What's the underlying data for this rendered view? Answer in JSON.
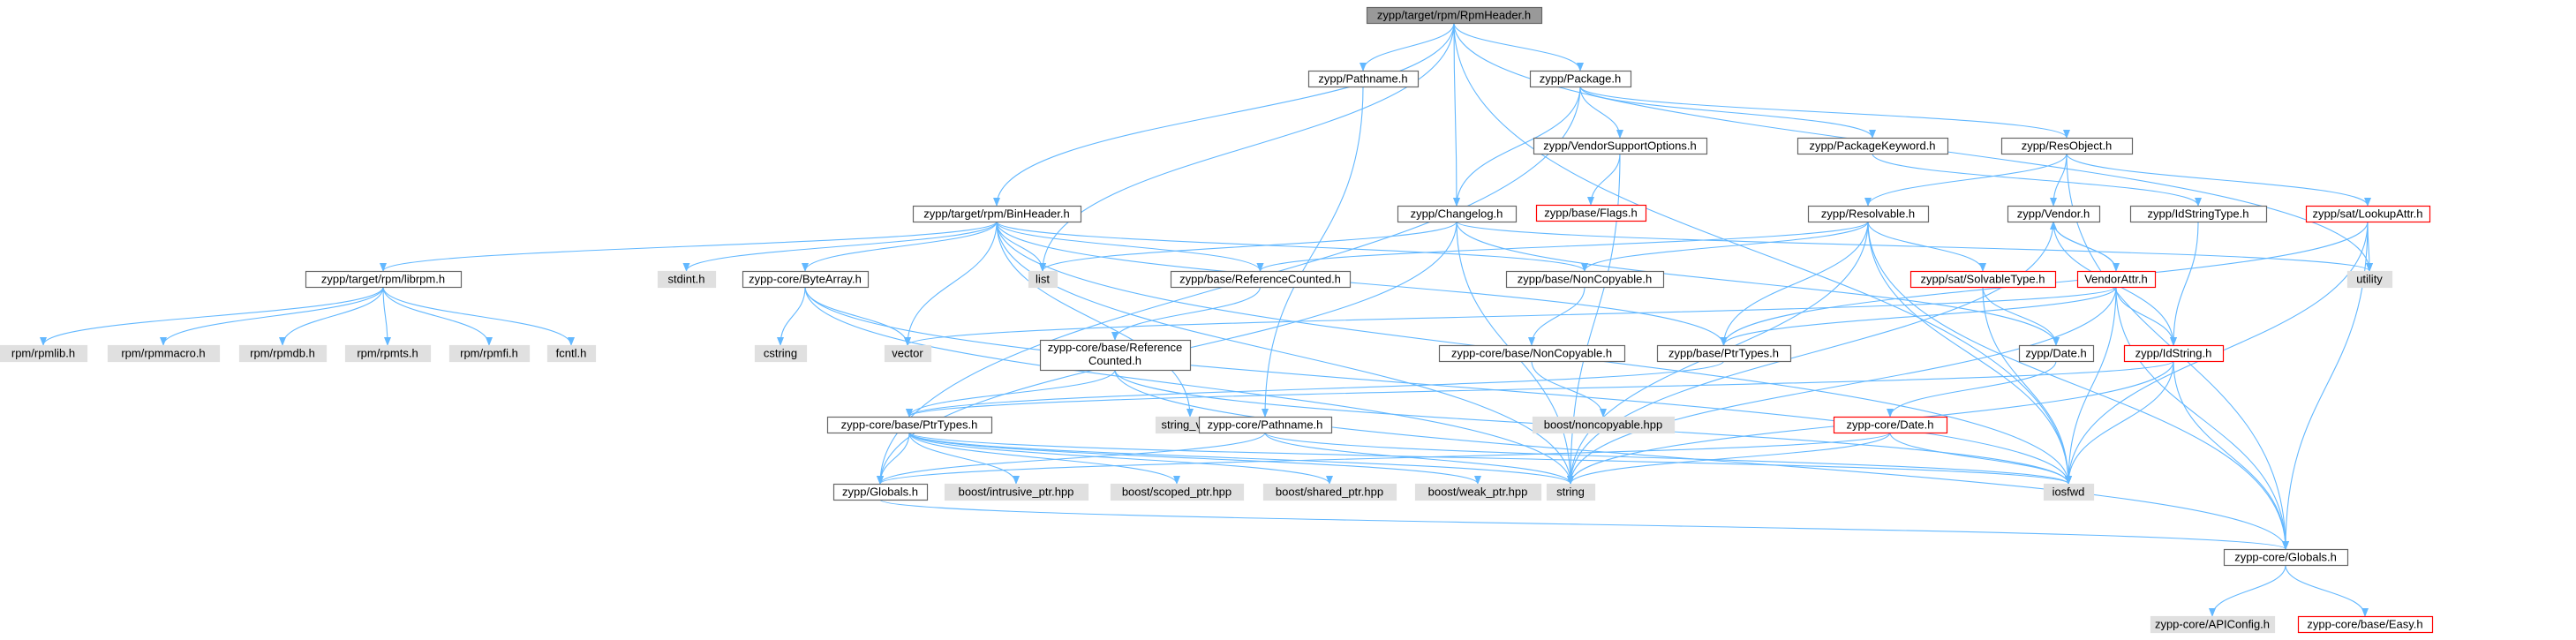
{
  "graph": {
    "style": {
      "edge_color": "#63b8ff",
      "root_fill": "#999999",
      "normal_border": "#666666",
      "missing_border": "#ff0000",
      "external_fill": "#e0e0e0"
    },
    "nodes": [
      {
        "id": "root",
        "label": "zypp/target/rpm/RpmHeader.h",
        "kind": "root"
      },
      {
        "id": "pathname",
        "label": "zypp/Pathname.h",
        "kind": "normal"
      },
      {
        "id": "package",
        "label": "zypp/Package.h",
        "kind": "normal"
      },
      {
        "id": "vso",
        "label": "zypp/VendorSupportOptions.h",
        "kind": "normal"
      },
      {
        "id": "pkgkw",
        "label": "zypp/PackageKeyword.h",
        "kind": "normal"
      },
      {
        "id": "resobject",
        "label": "zypp/ResObject.h",
        "kind": "normal"
      },
      {
        "id": "flags",
        "label": "zypp/base/Flags.h",
        "kind": "missing"
      },
      {
        "id": "binheader",
        "label": "zypp/target/rpm/BinHeader.h",
        "kind": "normal"
      },
      {
        "id": "changelog",
        "label": "zypp/Changelog.h",
        "kind": "normal"
      },
      {
        "id": "resolvable",
        "label": "zypp/Resolvable.h",
        "kind": "normal"
      },
      {
        "id": "vendor",
        "label": "zypp/Vendor.h",
        "kind": "normal"
      },
      {
        "id": "idstringtype",
        "label": "zypp/IdStringType.h",
        "kind": "normal"
      },
      {
        "id": "lookupattr",
        "label": "zypp/sat/LookupAttr.h",
        "kind": "missing"
      },
      {
        "id": "librpm",
        "label": "zypp/target/rpm/librpm.h",
        "kind": "normal"
      },
      {
        "id": "stdint",
        "label": "stdint.h",
        "kind": "external"
      },
      {
        "id": "bytearray",
        "label": "zypp-core/ByteArray.h",
        "kind": "normal"
      },
      {
        "id": "list",
        "label": "list",
        "kind": "external"
      },
      {
        "id": "refcounted",
        "label": "zypp/base/ReferenceCounted.h",
        "kind": "normal"
      },
      {
        "id": "noncopyable",
        "label": "zypp/base/NonCopyable.h",
        "kind": "normal"
      },
      {
        "id": "solvabletype",
        "label": "zypp/sat/SolvableType.h",
        "kind": "missing"
      },
      {
        "id": "vendorattr",
        "label": "VendorAttr.h",
        "kind": "missing"
      },
      {
        "id": "utility",
        "label": "utility",
        "kind": "external"
      },
      {
        "id": "rpmlib",
        "label": "rpm/rpmlib.h",
        "kind": "external"
      },
      {
        "id": "rpmmacro",
        "label": "rpm/rpmmacro.h",
        "kind": "external"
      },
      {
        "id": "rpmdb",
        "label": "rpm/rpmdb.h",
        "kind": "external"
      },
      {
        "id": "rpmts",
        "label": "rpm/rpmts.h",
        "kind": "external"
      },
      {
        "id": "rpmfi",
        "label": "rpm/rpmfi.h",
        "kind": "external"
      },
      {
        "id": "fcntl",
        "label": "fcntl.h",
        "kind": "external"
      },
      {
        "id": "cstring",
        "label": "cstring",
        "kind": "external"
      },
      {
        "id": "vector",
        "label": "vector",
        "kind": "external"
      },
      {
        "id": "corerefcounted",
        "label": "zypp-core/base/Reference\nCounted.h",
        "kind": "normal"
      },
      {
        "id": "ptrtypes",
        "label": "zypp/base/PtrTypes.h",
        "kind": "normal"
      },
      {
        "id": "corenoncopyable",
        "label": "zypp-core/base/NonCopyable.h",
        "kind": "normal"
      },
      {
        "id": "date",
        "label": "zypp/Date.h",
        "kind": "normal"
      },
      {
        "id": "idstring",
        "label": "zypp/IdString.h",
        "kind": "missing"
      },
      {
        "id": "boostnoncopyable",
        "label": "boost/noncopyable.hpp",
        "kind": "external"
      },
      {
        "id": "coreptrtypes",
        "label": "zypp-core/base/PtrTypes.h",
        "kind": "normal"
      },
      {
        "id": "stringview",
        "label": "string_view",
        "kind": "external"
      },
      {
        "id": "corepathname",
        "label": "zypp-core/Pathname.h",
        "kind": "normal"
      },
      {
        "id": "coredate",
        "label": "zypp-core/Date.h",
        "kind": "missing"
      },
      {
        "id": "globals",
        "label": "zypp/Globals.h",
        "kind": "normal"
      },
      {
        "id": "intrusiveptr",
        "label": "boost/intrusive_ptr.hpp",
        "kind": "external"
      },
      {
        "id": "scopedptr",
        "label": "boost/scoped_ptr.hpp",
        "kind": "external"
      },
      {
        "id": "sharedptr",
        "label": "boost/shared_ptr.hpp",
        "kind": "external"
      },
      {
        "id": "weakptr",
        "label": "boost/weak_ptr.hpp",
        "kind": "external"
      },
      {
        "id": "string",
        "label": "string",
        "kind": "external"
      },
      {
        "id": "iosfwd",
        "label": "iosfwd",
        "kind": "external"
      },
      {
        "id": "coreglobals",
        "label": "zypp-core/Globals.h",
        "kind": "normal"
      },
      {
        "id": "apiconfig",
        "label": "zypp-core/APIConfig.h",
        "kind": "external"
      },
      {
        "id": "easy",
        "label": "zypp-core/base/Easy.h",
        "kind": "missing"
      }
    ],
    "edges": [
      [
        "root",
        "pathname"
      ],
      [
        "root",
        "package"
      ],
      [
        "root",
        "binheader"
      ],
      [
        "root",
        "changelog"
      ],
      [
        "root",
        "list"
      ],
      [
        "root",
        "utility"
      ],
      [
        "root",
        "iosfwd"
      ],
      [
        "pathname",
        "corepathname"
      ],
      [
        "package",
        "vso"
      ],
      [
        "package",
        "pkgkw"
      ],
      [
        "package",
        "resobject"
      ],
      [
        "package",
        "changelog"
      ],
      [
        "package",
        "globals"
      ],
      [
        "vso",
        "flags"
      ],
      [
        "vso",
        "string"
      ],
      [
        "pkgkw",
        "idstringtype"
      ],
      [
        "resobject",
        "resolvable"
      ],
      [
        "resobject",
        "vendor"
      ],
      [
        "resobject",
        "lookupattr"
      ],
      [
        "resobject",
        "coreglobals"
      ],
      [
        "binheader",
        "librpm"
      ],
      [
        "binheader",
        "stdint"
      ],
      [
        "binheader",
        "bytearray"
      ],
      [
        "binheader",
        "list"
      ],
      [
        "binheader",
        "vector"
      ],
      [
        "binheader",
        "refcounted"
      ],
      [
        "binheader",
        "noncopyable"
      ],
      [
        "binheader",
        "ptrtypes"
      ],
      [
        "binheader",
        "string"
      ],
      [
        "binheader",
        "iosfwd"
      ],
      [
        "binheader",
        "stringview"
      ],
      [
        "changelog",
        "list"
      ],
      [
        "changelog",
        "date"
      ],
      [
        "changelog",
        "string"
      ],
      [
        "changelog",
        "globals"
      ],
      [
        "changelog",
        "utility"
      ],
      [
        "resolvable",
        "refcounted"
      ],
      [
        "resolvable",
        "noncopyable"
      ],
      [
        "resolvable",
        "ptrtypes"
      ],
      [
        "resolvable",
        "solvabletype"
      ],
      [
        "resolvable",
        "iosfwd"
      ],
      [
        "resolvable",
        "string"
      ],
      [
        "resolvable",
        "coreglobals"
      ],
      [
        "vendor",
        "vendorattr"
      ],
      [
        "vendor",
        "idstring"
      ],
      [
        "vendor",
        "string"
      ],
      [
        "idstringtype",
        "idstring"
      ],
      [
        "lookupattr",
        "utility"
      ],
      [
        "lookupattr",
        "iosfwd"
      ],
      [
        "lookupattr",
        "ptrtypes"
      ],
      [
        "lookupattr",
        "coreglobals"
      ],
      [
        "librpm",
        "rpmlib"
      ],
      [
        "librpm",
        "rpmmacro"
      ],
      [
        "librpm",
        "rpmdb"
      ],
      [
        "librpm",
        "rpmts"
      ],
      [
        "librpm",
        "rpmfi"
      ],
      [
        "librpm",
        "fcntl"
      ],
      [
        "bytearray",
        "cstring"
      ],
      [
        "bytearray",
        "vector"
      ],
      [
        "bytearray",
        "string"
      ],
      [
        "bytearray",
        "iosfwd"
      ],
      [
        "refcounted",
        "corerefcounted"
      ],
      [
        "noncopyable",
        "corenoncopyable"
      ],
      [
        "solvabletype",
        "date"
      ],
      [
        "solvabletype",
        "iosfwd"
      ],
      [
        "vendorattr",
        "vector"
      ],
      [
        "vendorattr",
        "ptrtypes"
      ],
      [
        "vendorattr",
        "idstring"
      ],
      [
        "vendorattr",
        "iosfwd"
      ],
      [
        "vendorattr",
        "string"
      ],
      [
        "vendorattr",
        "vendor"
      ],
      [
        "vendorattr",
        "coreglobals"
      ],
      [
        "corerefcounted",
        "coreptrtypes"
      ],
      [
        "corerefcounted",
        "iosfwd"
      ],
      [
        "corerefcounted",
        "coreglobals"
      ],
      [
        "ptrtypes",
        "coreptrtypes"
      ],
      [
        "corenoncopyable",
        "boostnoncopyable"
      ],
      [
        "date",
        "coredate"
      ],
      [
        "idstring",
        "coreptrtypes"
      ],
      [
        "idstring",
        "string"
      ],
      [
        "idstring",
        "iosfwd"
      ],
      [
        "idstring",
        "coreglobals"
      ],
      [
        "coreptrtypes",
        "globals"
      ],
      [
        "coreptrtypes",
        "intrusiveptr"
      ],
      [
        "coreptrtypes",
        "scopedptr"
      ],
      [
        "coreptrtypes",
        "sharedptr"
      ],
      [
        "coreptrtypes",
        "weakptr"
      ],
      [
        "coreptrtypes",
        "string"
      ],
      [
        "coreptrtypes",
        "iosfwd"
      ],
      [
        "corepathname",
        "globals"
      ],
      [
        "corepathname",
        "string"
      ],
      [
        "corepathname",
        "iosfwd"
      ],
      [
        "coredate",
        "string"
      ],
      [
        "coredate",
        "iosfwd"
      ],
      [
        "coredate",
        "globals"
      ],
      [
        "globals",
        "coreglobals"
      ],
      [
        "coreglobals",
        "apiconfig"
      ],
      [
        "coreglobals",
        "easy"
      ]
    ]
  }
}
